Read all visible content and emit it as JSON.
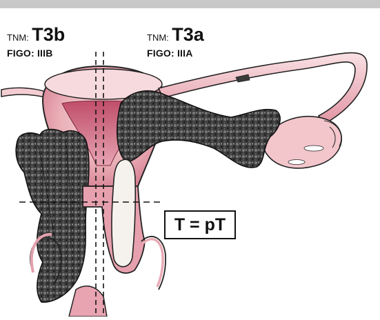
{
  "diagram": {
    "left_stage": {
      "tnm_prefix": "TNM:",
      "tnm_value": "T3b",
      "figo": "FIGO: IIIB"
    },
    "right_stage": {
      "tnm_prefix": "TNM:",
      "tnm_value": "T3a",
      "figo": "FIGO: IIIA"
    },
    "legend": "T = pT"
  },
  "colors": {
    "tissue_pink": "#f2c4c8",
    "tissue_deep": "#c7506a",
    "tumor_dark": "#4a4a4a",
    "header_bar": "#c8c8c8",
    "ink": "#111111"
  }
}
